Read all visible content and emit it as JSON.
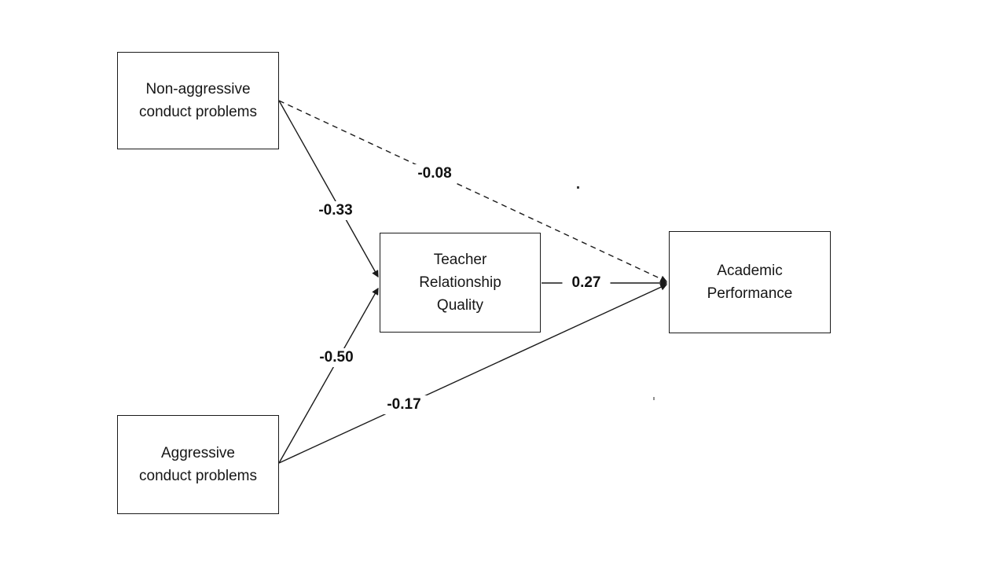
{
  "diagram": {
    "type": "path-model",
    "background_color": "#ffffff",
    "line_color": "#1a1a1a",
    "text_color": "#161616",
    "nodes": [
      {
        "id": "nonaggressive",
        "label": "Non-aggressive conduct problems",
        "lines": [
          "Non-aggressive",
          "conduct problems"
        ]
      },
      {
        "id": "aggressive",
        "label": "Aggressive conduct problems",
        "lines": [
          "Aggressive",
          "conduct problems"
        ]
      },
      {
        "id": "teacher",
        "label": "Teacher Relationship Quality",
        "lines": [
          "Teacher",
          "Relationship",
          "Quality"
        ]
      },
      {
        "id": "academic",
        "label": "Academic Performance",
        "lines": [
          "Academic",
          "Performance"
        ]
      }
    ],
    "edges": [
      {
        "from": "Non-aggressive conduct problems",
        "to": "Teacher Relationship Quality",
        "coefficient": "-0.33",
        "line_style": "solid"
      },
      {
        "from": "Non-aggressive conduct problems",
        "to": "Academic Performance",
        "coefficient": "-0.08",
        "line_style": "dashed"
      },
      {
        "from": "Aggressive conduct problems",
        "to": "Teacher Relationship Quality",
        "coefficient": "-0.50",
        "line_style": "solid"
      },
      {
        "from": "Aggressive conduct problems",
        "to": "Academic Performance",
        "coefficient": "-0.17",
        "line_style": "solid"
      },
      {
        "from": "Teacher Relationship Quality",
        "to": "Academic Performance",
        "coefficient": "0.27",
        "line_style": "solid"
      }
    ]
  }
}
